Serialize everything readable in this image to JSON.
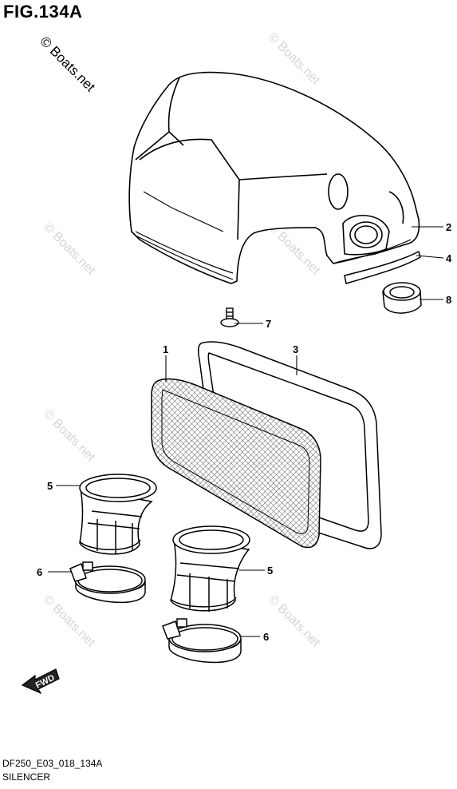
{
  "figure": {
    "title": "FIG.134A",
    "code": "DF250_E03_018_134A",
    "name": "SILENCER"
  },
  "watermark": {
    "main": "© Boats.net",
    "repeat": "© Boats.net"
  },
  "callouts": {
    "c1": "1",
    "c2": "2",
    "c3": "3",
    "c4": "4",
    "c5a": "5",
    "c5b": "5",
    "c6a": "6",
    "c6b": "6",
    "c7": "7",
    "c8": "8"
  },
  "fwd": "FWD"
}
